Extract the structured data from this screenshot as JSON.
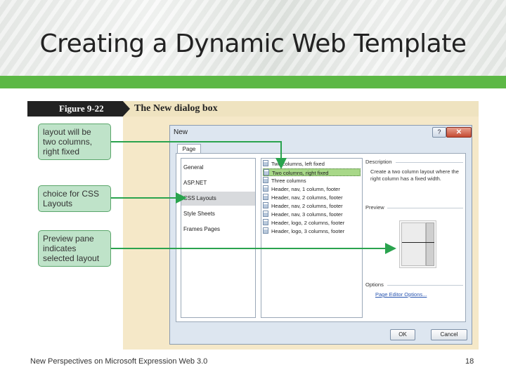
{
  "slide": {
    "title": "Creating a Dynamic Web Template",
    "footer_text": "New Perspectives on Microsoft Expression Web 3.0",
    "page_number": "18"
  },
  "figure": {
    "label": "Figure 9-22",
    "caption": "The New dialog box"
  },
  "callouts": [
    "layout will be two columns, right fixed",
    "choice for CSS Layouts",
    "Preview pane indicates selected layout"
  ],
  "dialog": {
    "title": "New",
    "help_glyph": "?",
    "close_glyph": "✕",
    "tab_label": "Page",
    "categories": [
      "General",
      "ASP.NET",
      "CSS Layouts",
      "Style Sheets",
      "Frames Pages"
    ],
    "selected_category": "CSS Layouts",
    "layouts": [
      "Two columns, left fixed",
      "Two columns, right fixed",
      "Three columns",
      "Header, nav, 1 column, footer",
      "Header, nav, 2 columns, footer",
      "Header, nav, 2 columns, footer",
      "Header, nav, 3 columns, footer",
      "Header, logo, 2 columns, footer",
      "Header, logo, 3 columns, footer"
    ],
    "selected_layout": "Two columns, right fixed",
    "description_label": "Description",
    "description_text": "Create a two column layout where the right column has a fixed width.",
    "preview_label": "Preview",
    "options_label": "Options",
    "options_link": "Page Editor Options...",
    "ok_label": "OK",
    "cancel_label": "Cancel"
  },
  "colors": {
    "accent_green": "#5cb845",
    "callout_fill": "#bfe3c9",
    "connector_green": "#2aa34e",
    "selection_green": "#a8d888"
  }
}
